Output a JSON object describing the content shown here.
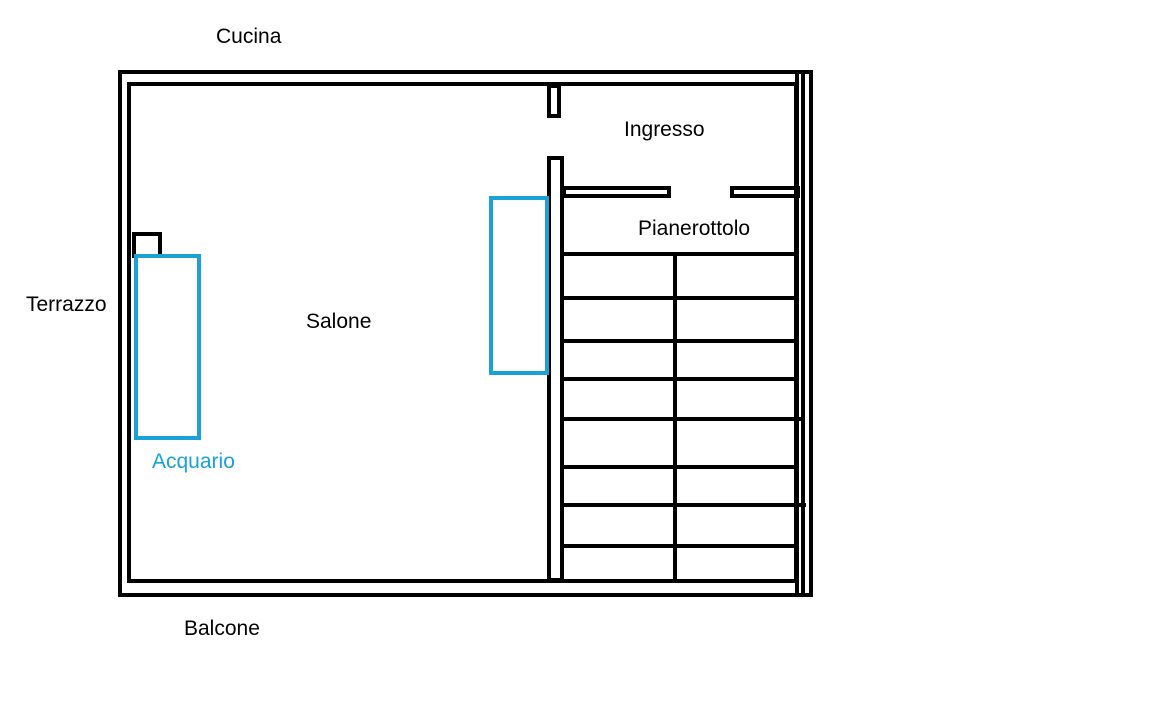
{
  "labels": {
    "cucina": "Cucina",
    "ingresso": "Ingresso",
    "pianerottolo": "Pianerottolo",
    "terrazzo": "Terrazzo",
    "salone": "Salone",
    "acquario": "Acquario",
    "balcone": "Balcone"
  },
  "colors": {
    "wall": "#000000",
    "highlight": "#1aa1d8",
    "text": "#000000"
  },
  "stairs": {
    "steps": 8
  }
}
